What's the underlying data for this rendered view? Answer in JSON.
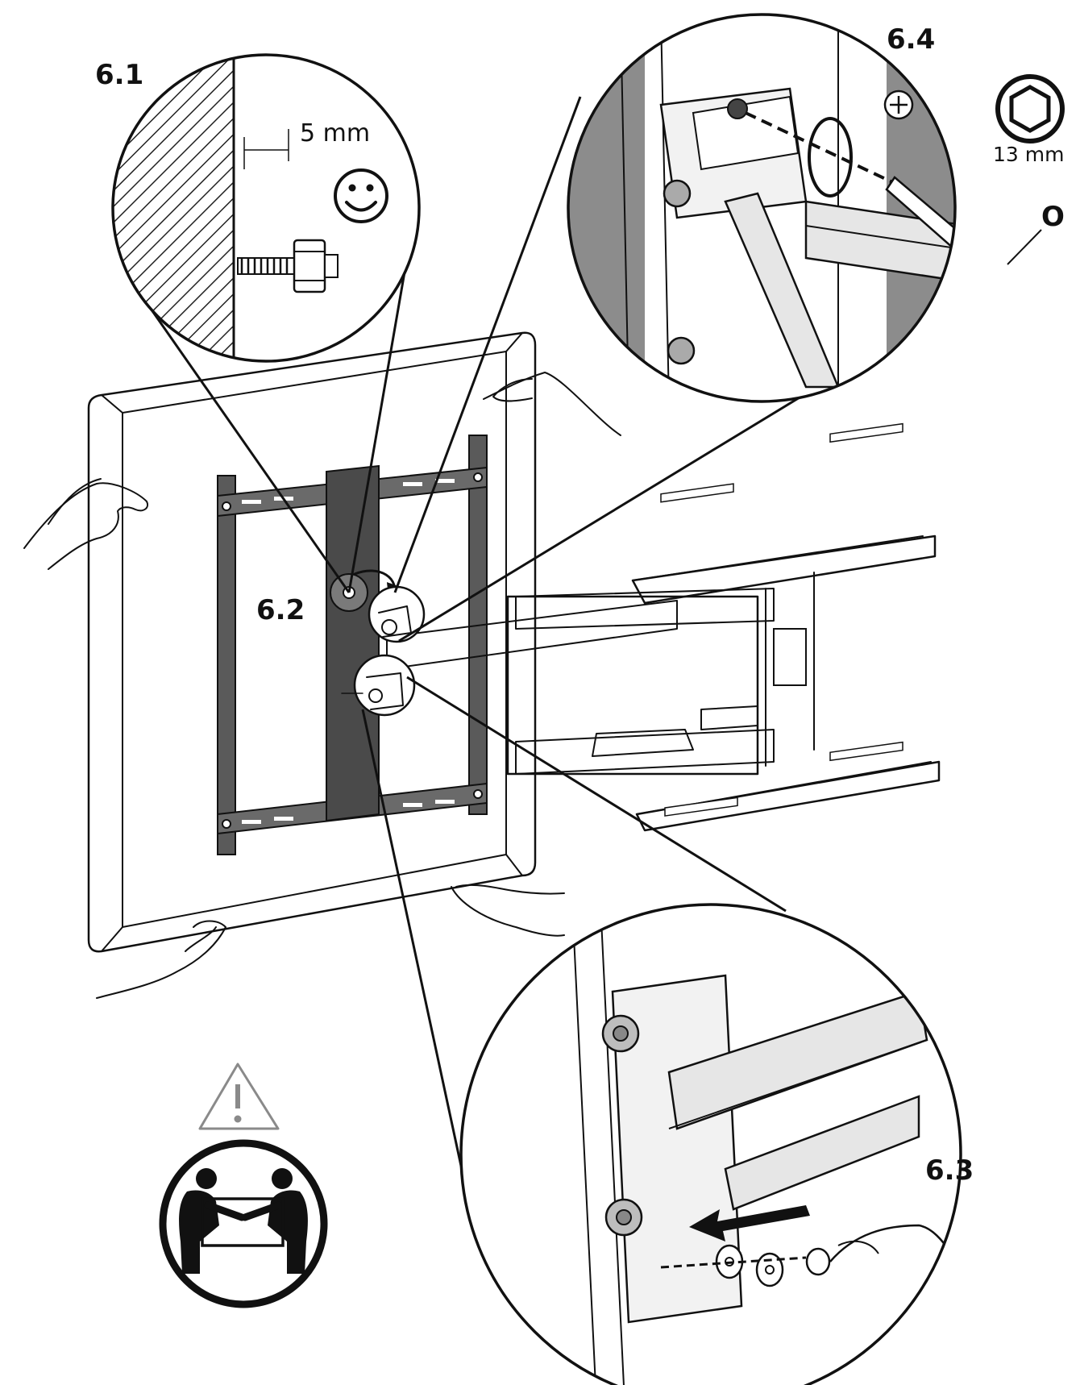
{
  "steps": {
    "s1": "6.1",
    "s2": "6.2",
    "s3": "6.3",
    "s4": "6.4"
  },
  "measure": {
    "gap": "5 mm",
    "hex": "13 mm"
  },
  "wrench_label": "O",
  "colors": {
    "ink": "#111111",
    "dark_gray": "#5a5a5a",
    "mid_gray": "#8c8c8c",
    "light_gray": "#d6d6d6",
    "warning_stroke": "#8a8a8a"
  },
  "icons": [
    "smiley-icon",
    "plus-icon",
    "hex-socket-icon",
    "warning-icon",
    "two-person-lift-icon",
    "rotate-arrow-icon",
    "push-arrow-icon"
  ]
}
